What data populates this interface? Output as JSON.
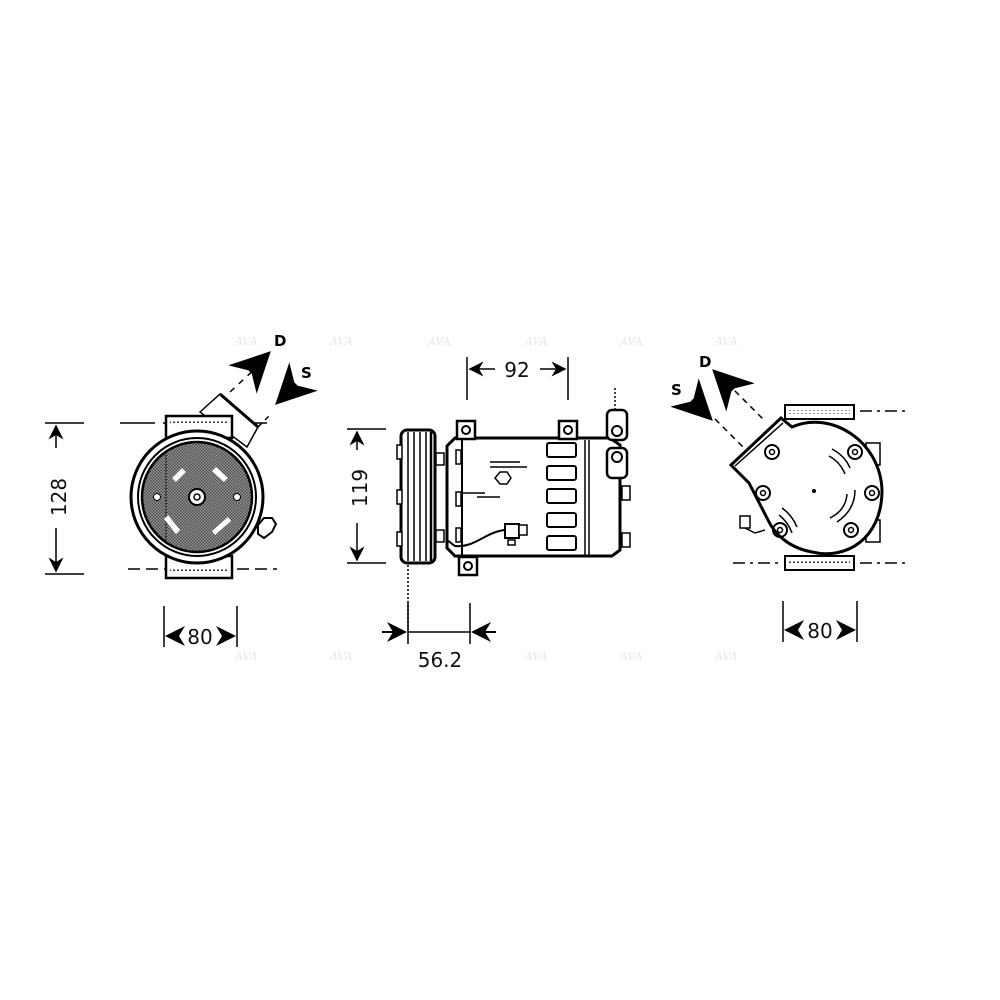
{
  "diagram": {
    "subject": "AC compressor technical drawing",
    "colors": {
      "line": "#000000",
      "shade": "#7a7a7a",
      "background": "#ffffff",
      "watermark": "#e6e6ea"
    },
    "watermark_text": "AVA",
    "views": {
      "front": {
        "height_dim": "128",
        "width_dim": "80",
        "discharge_label": "D",
        "suction_label": "S"
      },
      "side": {
        "height_dim": "119",
        "top_dim": "92",
        "bottom_dim": "56.2"
      },
      "rear": {
        "width_dim": "80",
        "discharge_label": "D",
        "suction_label": "S"
      }
    }
  }
}
